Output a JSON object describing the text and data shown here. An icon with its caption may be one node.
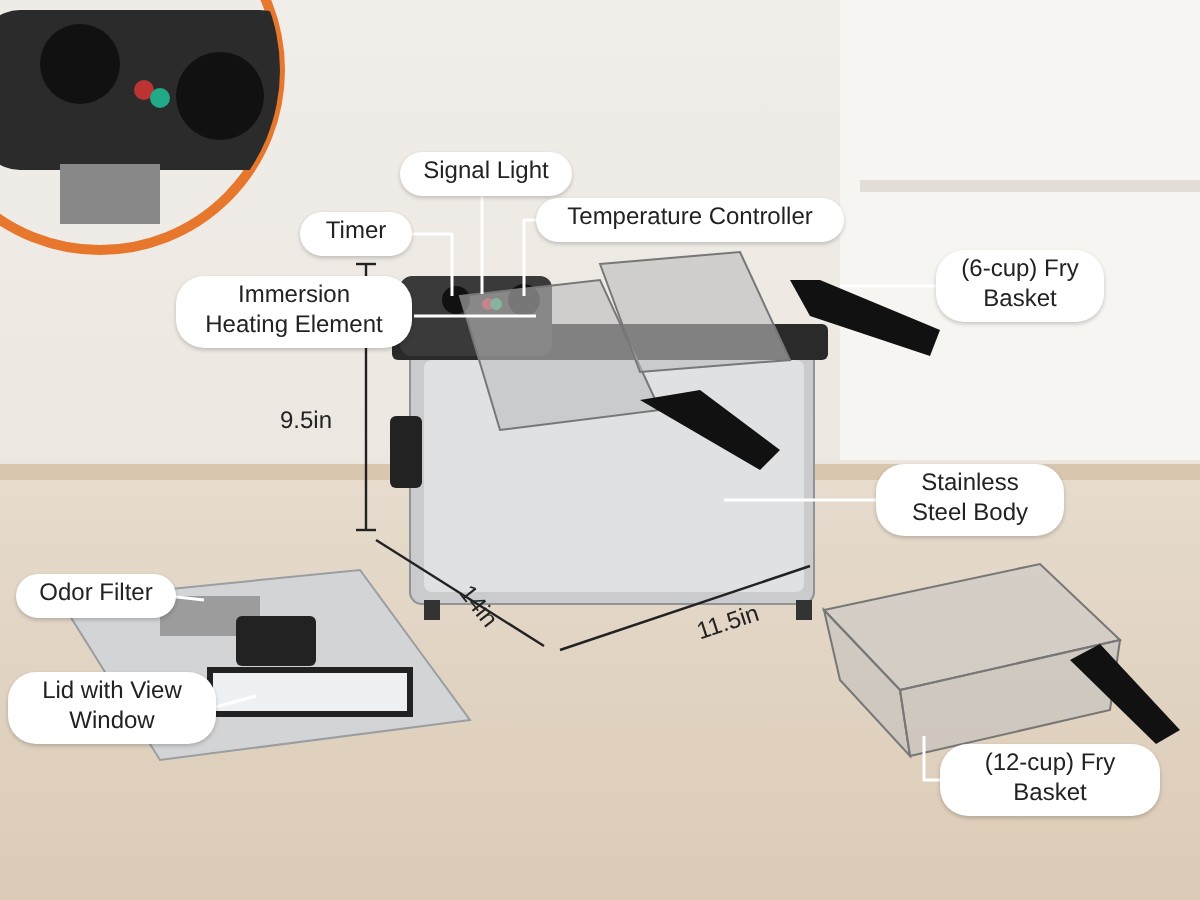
{
  "diagram": {
    "nodes": [
      {
        "text": [
          "Signal Light"
        ]
      },
      {
        "text": [
          "Timer"
        ]
      },
      {
        "text": [
          "Temperature Controller"
        ]
      },
      {
        "text": [
          "Immersion Heating Element"
        ]
      },
      {
        "text": [
          "(6-cup) Fry Basket"
        ]
      },
      {
        "text": [
          "Stainless Steel Body"
        ]
      },
      {
        "text": [
          "Odor Filter"
        ]
      },
      {
        "text": [
          "Lid with View Window"
        ]
      },
      {
        "text": [
          "(12-cup) Fry Basket"
        ]
      }
    ],
    "edges": [
      {
        "from": 0,
        "to": null,
        "arrow": "none"
      },
      {
        "from": 1,
        "to": null,
        "arrow": "none"
      },
      {
        "from": 2,
        "to": null,
        "arrow": "none"
      },
      {
        "from": 3,
        "to": null,
        "arrow": "none"
      },
      {
        "from": 4,
        "to": null,
        "arrow": "none"
      },
      {
        "from": 5,
        "to": null,
        "arrow": "none"
      },
      {
        "from": 6,
        "to": null,
        "arrow": "none"
      },
      {
        "from": 7,
        "to": null,
        "arrow": "none"
      },
      {
        "from": 8,
        "to": null,
        "arrow": "none"
      }
    ],
    "labels": [
      "9.5in",
      "14in",
      "11.5in"
    ]
  }
}
